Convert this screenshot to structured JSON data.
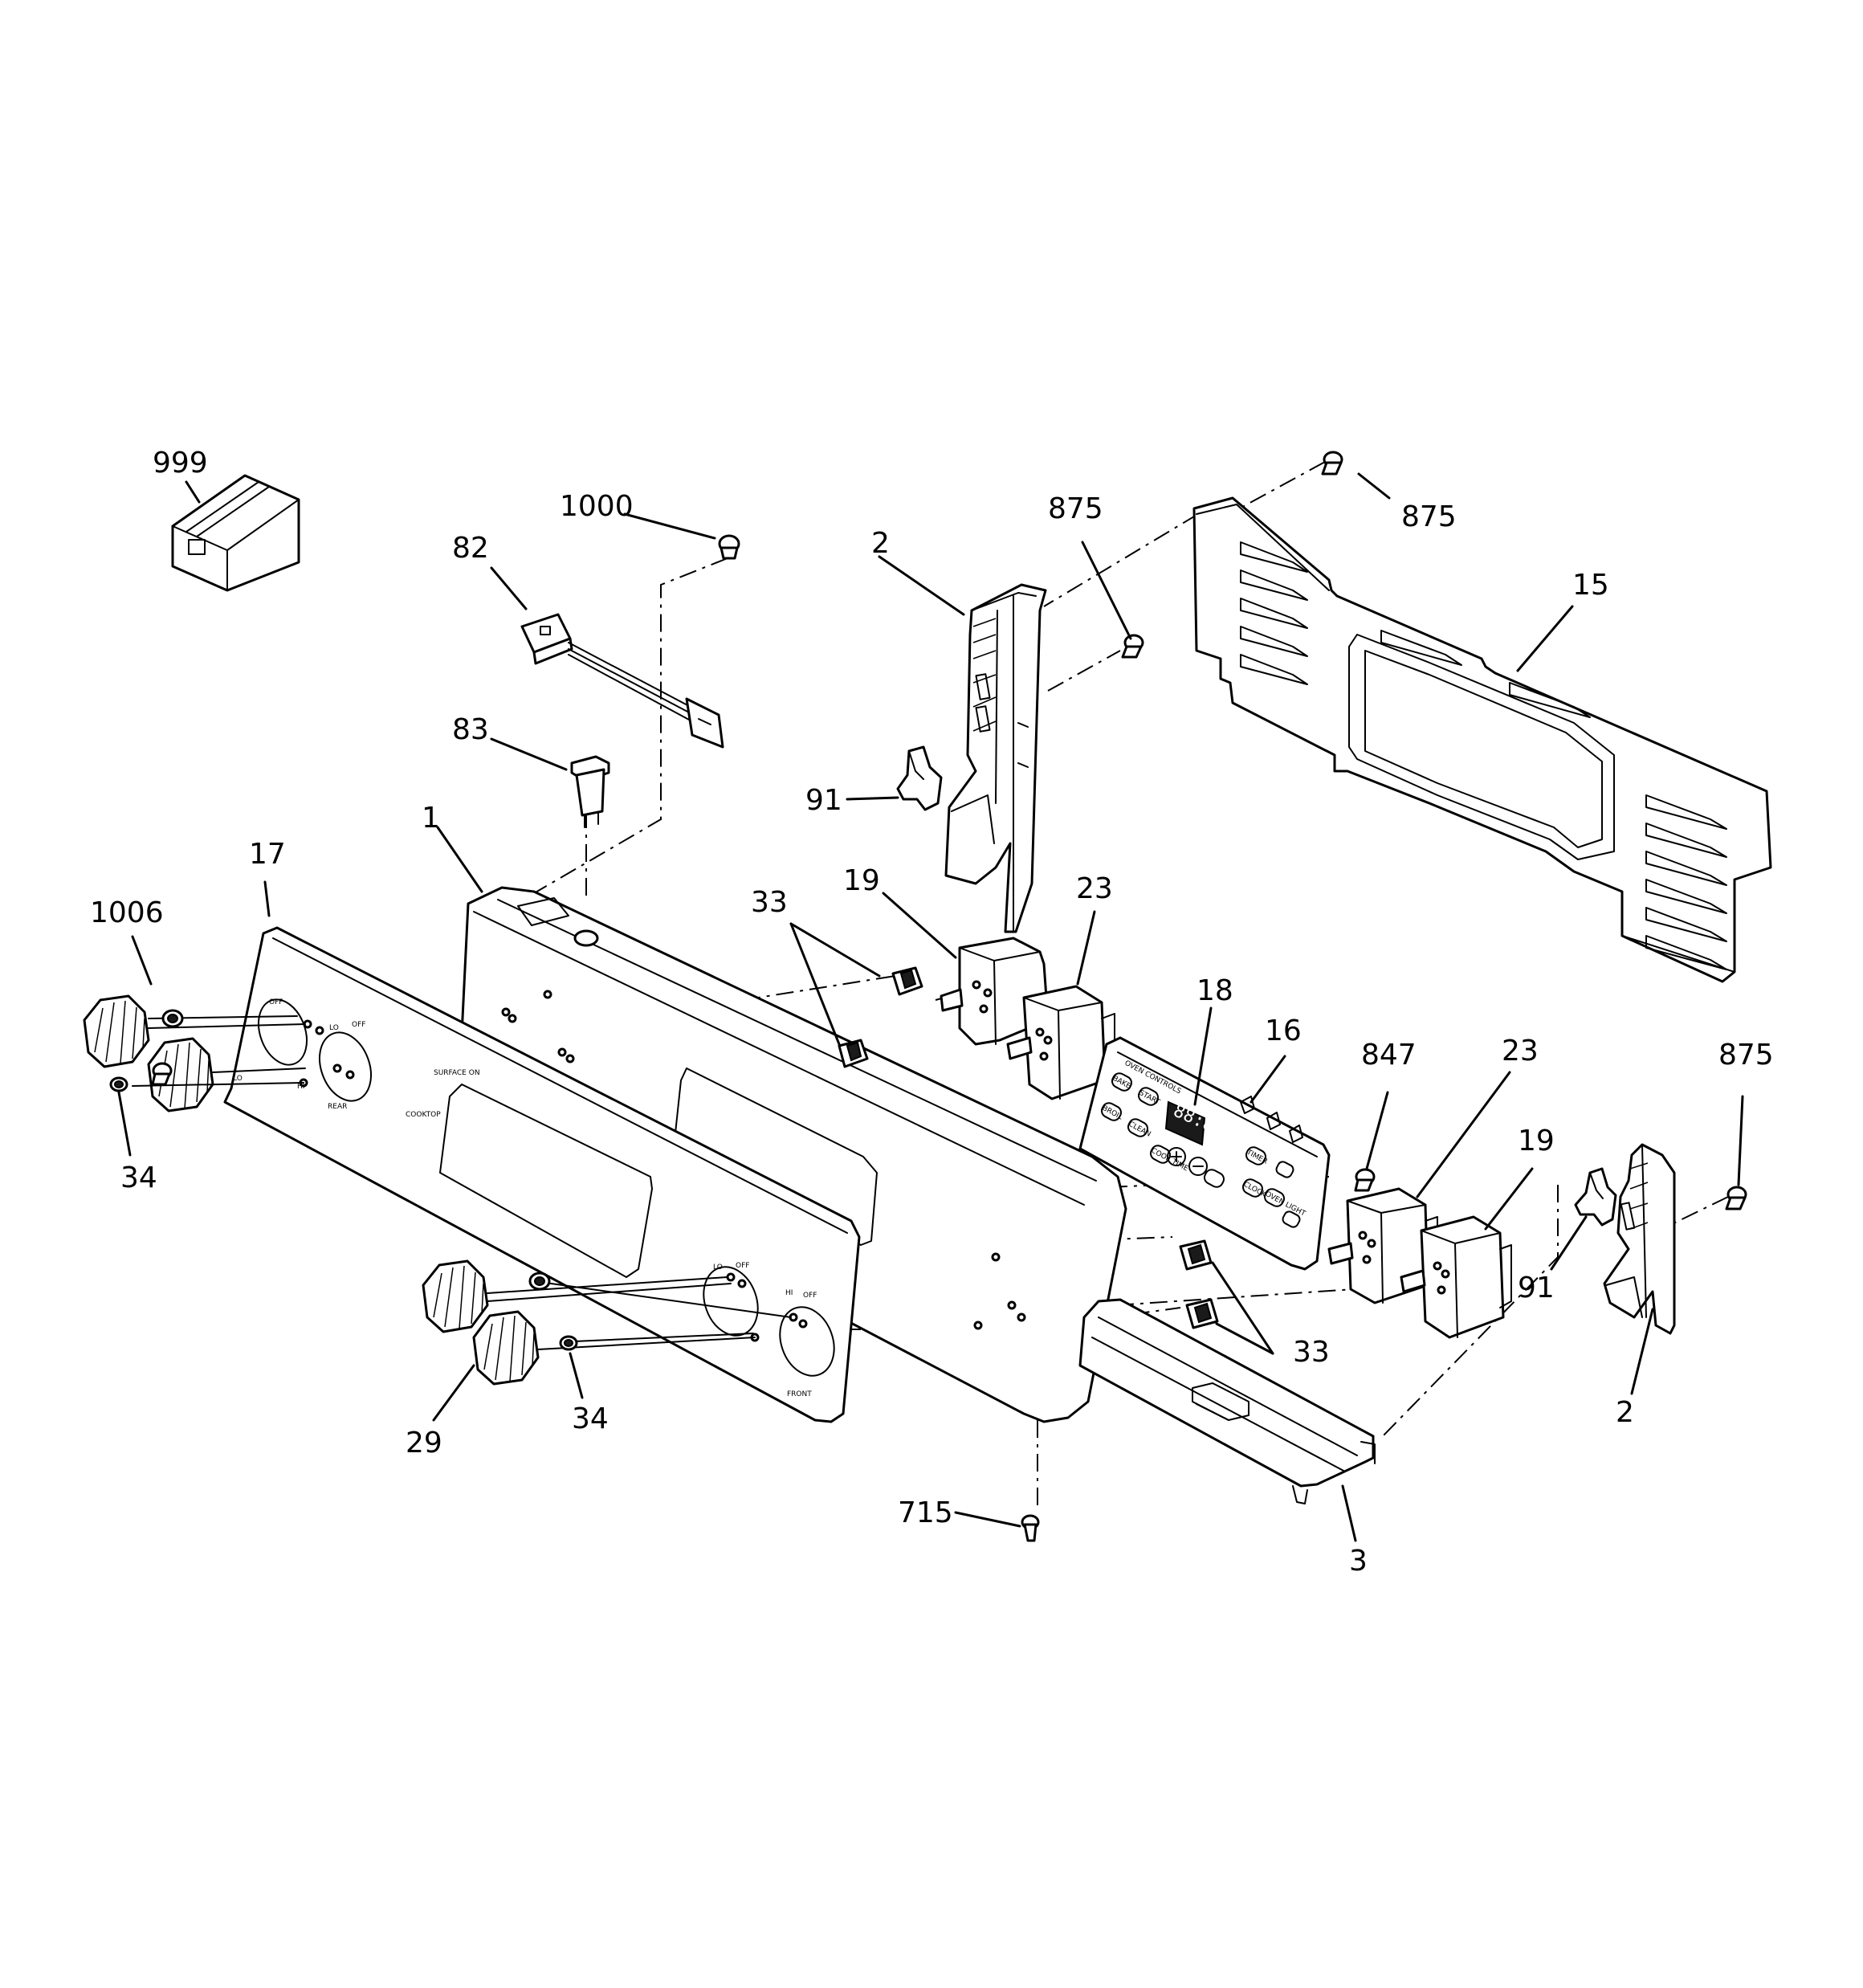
{
  "callouts": {
    "c999": "999",
    "c1000": "1000",
    "c82": "82",
    "c83": "83",
    "c2_left": "2",
    "c875_mid": "875",
    "c875_top": "875",
    "c15": "15",
    "c91_left": "91",
    "c1": "1",
    "c17": "17",
    "c1006": "1006",
    "c33_top": "33",
    "c19_left": "19",
    "c23_left": "23",
    "c18": "18",
    "c16": "16",
    "c847": "847",
    "c23_right": "23",
    "c875_right": "875",
    "c19_right": "19",
    "c91_right": "91",
    "c2_right": "2",
    "c34_left": "34",
    "c34_bottom": "34",
    "c29": "29",
    "c33_bottom": "33",
    "c715": "715",
    "c3": "3"
  },
  "control_panel_text": {
    "title": "OVEN CONTROLS",
    "display": "88:88",
    "buttons": [
      "BAKE",
      "BROIL",
      "CLEAN",
      "COOK TIME",
      "START",
      "TIMER",
      "CLOCK",
      "OVEN LIGHT"
    ]
  },
  "backsplash_text": {
    "off_1": "OFF",
    "off_2": "OFF",
    "off_3": "OFF",
    "off_4": "OFF",
    "lo_1": "LO",
    "lo_2": "LO",
    "lo_3": "LO",
    "hi_1": "HI",
    "hi_2": "HI",
    "cooktop": "COOKTOP",
    "surface_on": "SURFACE ON",
    "front": "FRONT",
    "rear": "REAR"
  }
}
